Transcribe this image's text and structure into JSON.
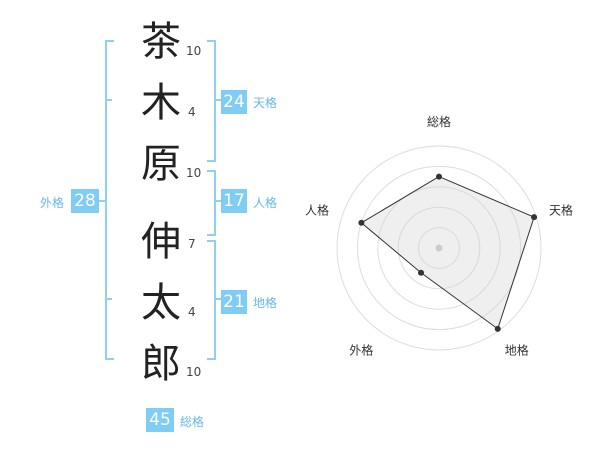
{
  "name_chars": [
    {
      "char": "茶",
      "strokes": "10"
    },
    {
      "char": "木",
      "strokes": "4"
    },
    {
      "char": "原",
      "strokes": "10"
    },
    {
      "char": "伸",
      "strokes": "7"
    },
    {
      "char": "太",
      "strokes": "4"
    },
    {
      "char": "郎",
      "strokes": "10"
    }
  ],
  "scores": {
    "tenkaku": {
      "value": "24",
      "label": "天格"
    },
    "jinkaku": {
      "value": "17",
      "label": "人格"
    },
    "chikaku": {
      "value": "21",
      "label": "地格"
    },
    "gaikaku": {
      "value": "28",
      "label": "外格"
    },
    "soukaku": {
      "value": "45",
      "label": "総格"
    }
  },
  "colors": {
    "badge": "#7fcdf3",
    "bracket": "#8fd0f0",
    "label": "#66b8e6"
  },
  "chart_data": {
    "type": "radar",
    "axes": [
      "総格",
      "天格",
      "地格",
      "外格",
      "人格"
    ],
    "values": [
      0.7,
      0.98,
      0.98,
      0.3,
      0.8
    ],
    "rings": 5,
    "grid": true
  }
}
